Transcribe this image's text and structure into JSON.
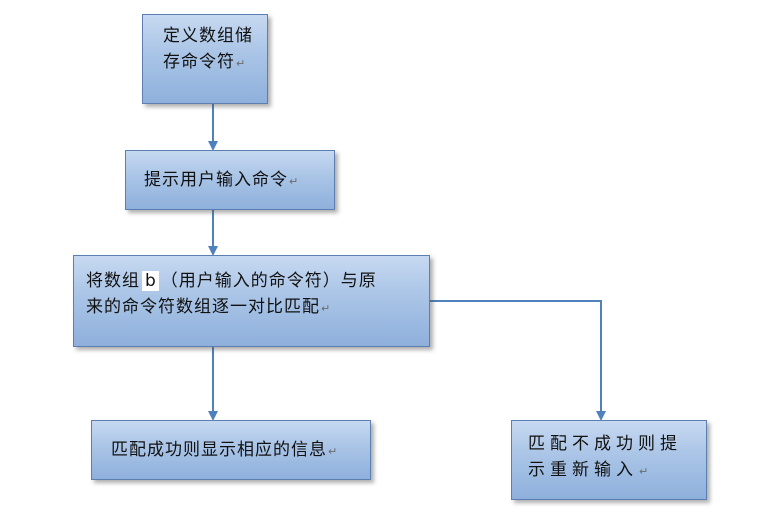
{
  "boxes": {
    "define_array": {
      "line1": "定义数组储",
      "line2": "存命令符"
    },
    "prompt_input": {
      "line1": "提示用户输入命令"
    },
    "compare": {
      "line1_pre": "将数组",
      "var_b": "b",
      "line1_post": "（用户输入的命令符）与原",
      "line2": "来的命令符数组逐一对比匹配"
    },
    "success": {
      "line1": "匹配成功则显示相应的信息"
    },
    "failure": {
      "line1": "匹配不成功则提",
      "line2": "示重新输入"
    }
  },
  "paragraph_mark": "↵",
  "colors": {
    "box_fill": "#a9c4e6",
    "box_border": "#5b7fb0",
    "connector": "#4f81bd"
  }
}
